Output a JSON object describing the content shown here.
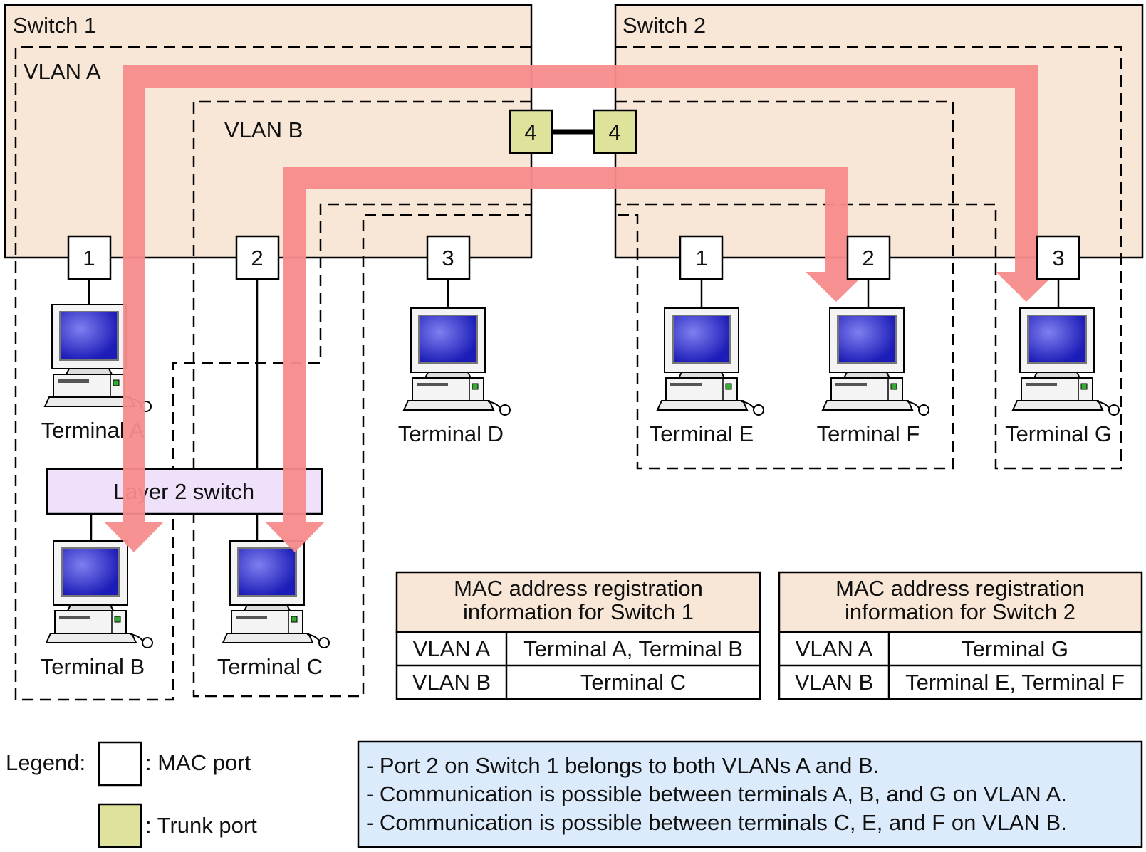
{
  "switches": [
    {
      "title": "Switch 1",
      "ports": [
        "1",
        "2",
        "3"
      ],
      "trunk": "4"
    },
    {
      "title": "Switch 2",
      "ports": [
        "1",
        "2",
        "3"
      ],
      "trunk": "4"
    }
  ],
  "vlans": {
    "a": "VLAN A",
    "b": "VLAN B"
  },
  "terminals": {
    "a": "Terminal A",
    "b": "Terminal B",
    "c": "Terminal C",
    "d": "Terminal D",
    "e": "Terminal E",
    "f": "Terminal F",
    "g": "Terminal G"
  },
  "layer2_switch": "Layer 2 switch",
  "mac_tables": [
    {
      "title_line1": "MAC address registration",
      "title_line2": "information for Switch 1",
      "rows": [
        [
          "VLAN A",
          "Terminal A, Terminal B"
        ],
        [
          "VLAN B",
          "Terminal C"
        ]
      ]
    },
    {
      "title_line1": "MAC address registration",
      "title_line2": "information for Switch 2",
      "rows": [
        [
          "VLAN A",
          "Terminal G"
        ],
        [
          "VLAN B",
          "Terminal E, Terminal F"
        ]
      ]
    }
  ],
  "legend": {
    "title": "Legend:",
    "mac_port": ": MAC port",
    "trunk_port": ": Trunk port"
  },
  "notes": [
    "- Port 2 on Switch 1 belongs to both VLANs A and B.",
    "- Communication is possible between terminals A, B, and G on VLAN A.",
    "- Communication is possible between terminals C, E, and F on VLAN B."
  ],
  "colors": {
    "switch_fill": "#f8e7d6",
    "trunk_fill": "#dee29a",
    "path": "#f78c8c",
    "layer2_fill": "#efe1fa",
    "notes_fill": "#dcebfb",
    "table_header": "#f8e7d6",
    "monitor_screen": "#2a2ad8"
  }
}
